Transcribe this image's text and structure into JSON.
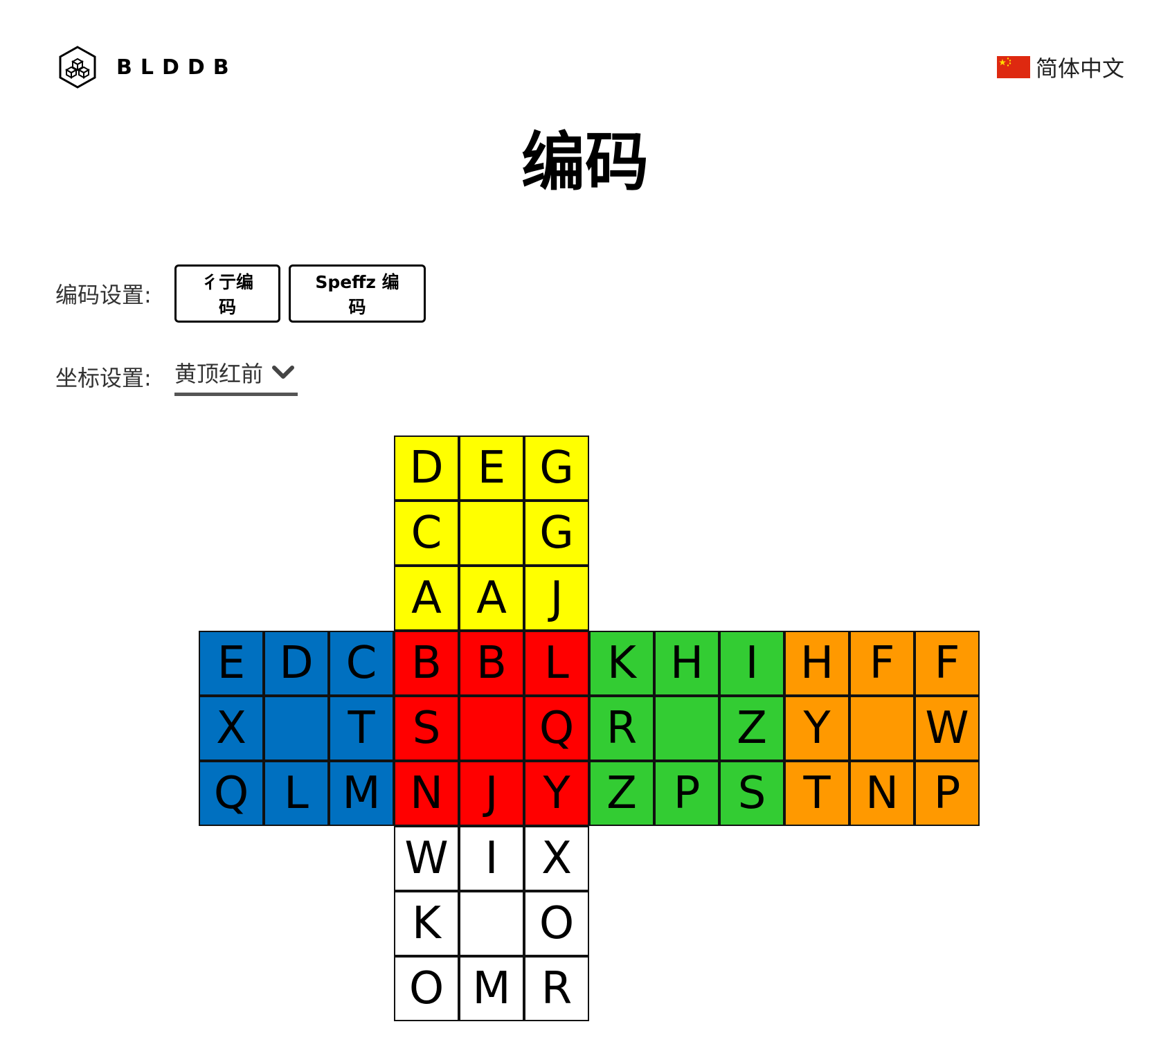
{
  "header": {
    "logo_text": "BLDDB",
    "logo_icon": "cube-hexagon-icon",
    "language": {
      "label": "简体中文",
      "flag_icon": "china-flag-icon"
    }
  },
  "title": "编码",
  "encoding_setting": {
    "label": "编码设置:",
    "buttons": [
      "彳亍编码",
      "Speffz 编码"
    ]
  },
  "coordinate_setting": {
    "label": "坐标设置:",
    "selected": "黄顶红前",
    "chevron_icon": "chevron-down-icon"
  },
  "colors": {
    "U": "#ffff00",
    "L": "#0070c0",
    "F": "#ff0000",
    "R": "#33cc33",
    "B": "#ff9900",
    "D": "#ffffff"
  },
  "cube_net": {
    "U": [
      "D",
      "E",
      "G",
      "C",
      "",
      "G",
      "A",
      "A",
      "J"
    ],
    "L": [
      "E",
      "D",
      "C",
      "X",
      "",
      "T",
      "Q",
      "L",
      "M"
    ],
    "F": [
      "B",
      "B",
      "L",
      "S",
      "",
      "Q",
      "N",
      "J",
      "Y"
    ],
    "R": [
      "K",
      "H",
      "I",
      "R",
      "",
      "Z",
      "Z",
      "P",
      "S"
    ],
    "B": [
      "H",
      "F",
      "F",
      "Y",
      "",
      "W",
      "T",
      "N",
      "P"
    ],
    "D": [
      "W",
      "I",
      "X",
      "K",
      "",
      "O",
      "O",
      "M",
      "R"
    ]
  }
}
